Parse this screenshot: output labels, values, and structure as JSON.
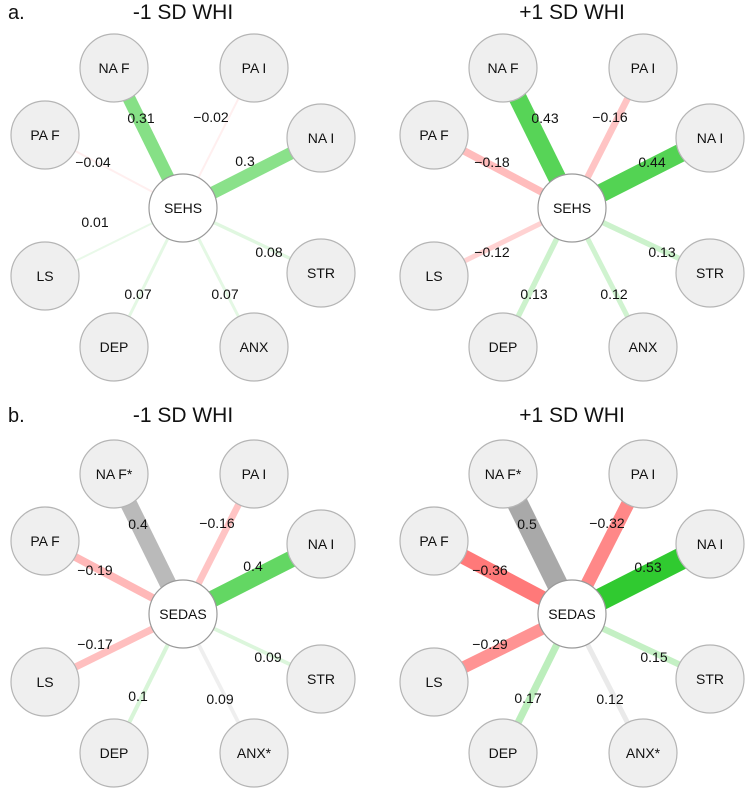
{
  "sections": [
    {
      "label": "a.",
      "diagrams": [
        {
          "title": "-1 SD WHI",
          "center": "SEHS",
          "edges": [
            {
              "node": "NA F",
              "label": "0.31",
              "value": 0.31,
              "color": "green"
            },
            {
              "node": "PA I",
              "label": "−0.02",
              "value": -0.02,
              "color": "red"
            },
            {
              "node": "NA I",
              "label": "0.3",
              "value": 0.3,
              "color": "green"
            },
            {
              "node": "STR",
              "label": "0.08",
              "value": 0.08,
              "color": "green"
            },
            {
              "node": "ANX",
              "label": "0.07",
              "value": 0.07,
              "color": "green"
            },
            {
              "node": "DEP",
              "label": "0.07",
              "value": 0.07,
              "color": "green"
            },
            {
              "node": "LS",
              "label": "0.01",
              "value": 0.01,
              "color": "green"
            },
            {
              "node": "PA F",
              "label": "−0.04",
              "value": -0.04,
              "color": "red"
            }
          ]
        },
        {
          "title": "+1 SD WHI",
          "center": "SEHS",
          "edges": [
            {
              "node": "NA F",
              "label": "0.43",
              "value": 0.43,
              "color": "green"
            },
            {
              "node": "PA I",
              "label": "−0.16",
              "value": -0.16,
              "color": "red"
            },
            {
              "node": "NA I",
              "label": "0.44",
              "value": 0.44,
              "color": "green"
            },
            {
              "node": "STR",
              "label": "0.13",
              "value": 0.13,
              "color": "green"
            },
            {
              "node": "ANX",
              "label": "0.12",
              "value": 0.12,
              "color": "green"
            },
            {
              "node": "DEP",
              "label": "0.13",
              "value": 0.13,
              "color": "green"
            },
            {
              "node": "LS",
              "label": "−0.12",
              "value": -0.12,
              "color": "red"
            },
            {
              "node": "PA F",
              "label": "−0.18",
              "value": -0.18,
              "color": "red"
            }
          ]
        }
      ]
    },
    {
      "label": "b.",
      "diagrams": [
        {
          "title": "-1 SD WHI",
          "center": "SEDAS",
          "edges": [
            {
              "node": "NA F*",
              "label": "0.4",
              "value": 0.4,
              "color": "gray"
            },
            {
              "node": "PA I",
              "label": "−0.16",
              "value": -0.16,
              "color": "red"
            },
            {
              "node": "NA I",
              "label": "0.4",
              "value": 0.4,
              "color": "green"
            },
            {
              "node": "STR",
              "label": "0.09",
              "value": 0.09,
              "color": "green"
            },
            {
              "node": "ANX*",
              "label": "0.09",
              "value": 0.09,
              "color": "gray"
            },
            {
              "node": "DEP",
              "label": "0.1",
              "value": 0.1,
              "color": "green"
            },
            {
              "node": "LS",
              "label": "−0.17",
              "value": -0.17,
              "color": "red"
            },
            {
              "node": "PA F",
              "label": "−0.19",
              "value": -0.19,
              "color": "red"
            }
          ]
        },
        {
          "title": "+1 SD WHI",
          "center": "SEDAS",
          "edges": [
            {
              "node": "NA F*",
              "label": "0.5",
              "value": 0.5,
              "color": "gray"
            },
            {
              "node": "PA I",
              "label": "−0.32",
              "value": -0.32,
              "color": "red"
            },
            {
              "node": "NA I",
              "label": "0.53",
              "value": 0.53,
              "color": "green"
            },
            {
              "node": "STR",
              "label": "0.15",
              "value": 0.15,
              "color": "green"
            },
            {
              "node": "ANX*",
              "label": "0.12",
              "value": 0.12,
              "color": "gray"
            },
            {
              "node": "DEP",
              "label": "0.17",
              "value": 0.17,
              "color": "green"
            },
            {
              "node": "LS",
              "label": "−0.29",
              "value": -0.29,
              "color": "red"
            },
            {
              "node": "PA F",
              "label": "−0.36",
              "value": -0.36,
              "color": "red"
            }
          ]
        }
      ]
    }
  ],
  "colors": {
    "positive": "#2ecc2e",
    "negative": "#ff4444",
    "neutral": "#9a9a9a",
    "node_fill": "#efefef",
    "node_stroke": "#b5b5b5"
  }
}
